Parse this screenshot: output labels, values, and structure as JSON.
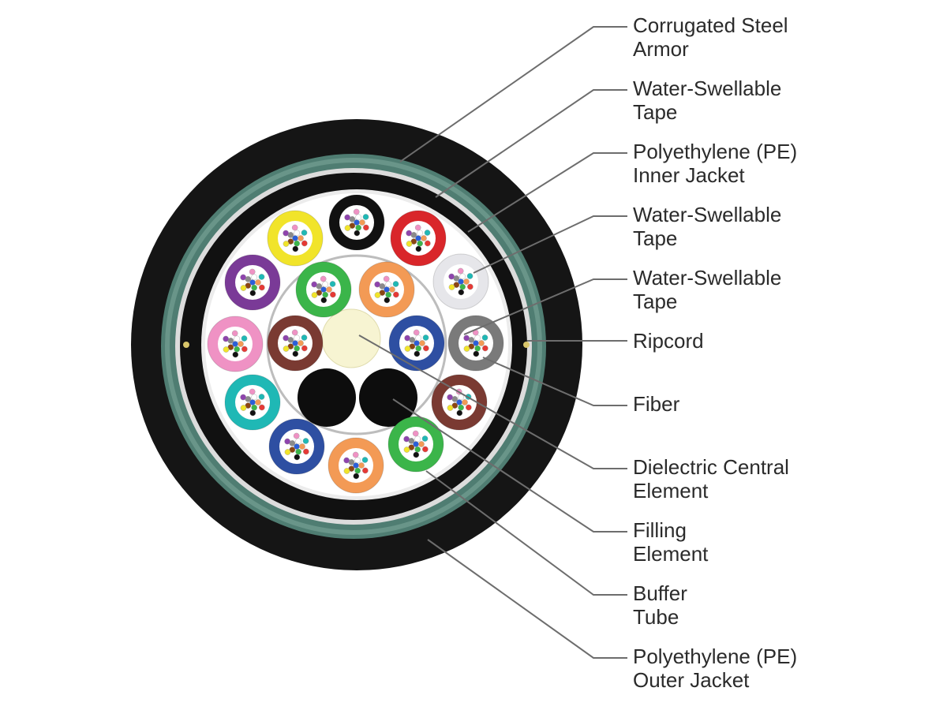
{
  "labels": [
    {
      "id": "corrugated-steel-armor",
      "lines": [
        "Corrugated Steel",
        "Armor"
      ]
    },
    {
      "id": "water-swellable-tape-outer",
      "lines": [
        "Water-Swellable",
        "Tape"
      ]
    },
    {
      "id": "pe-inner-jacket",
      "lines": [
        "Polyethylene (PE)",
        "Inner Jacket"
      ]
    },
    {
      "id": "water-swellable-tape-middle",
      "lines": [
        "Water-Swellable",
        "Tape"
      ]
    },
    {
      "id": "water-swellable-tape-inner",
      "lines": [
        "Water-Swellable",
        "Tape"
      ]
    },
    {
      "id": "ripcord",
      "lines": [
        "Ripcord"
      ]
    },
    {
      "id": "fiber",
      "lines": [
        "Fiber"
      ]
    },
    {
      "id": "dielectric-central-element",
      "lines": [
        "Dielectric Central",
        "Element"
      ]
    },
    {
      "id": "filling-element",
      "lines": [
        "Filling",
        "Element"
      ]
    },
    {
      "id": "buffer-tube",
      "lines": [
        "Buffer",
        "Tube"
      ]
    },
    {
      "id": "pe-outer-jacket",
      "lines": [
        "Polyethylene (PE)",
        "Outer Jacket"
      ]
    }
  ],
  "colors": {
    "outer_jacket": "#151515",
    "armor": "#4f7d72",
    "armor_light": "#7fa99c",
    "inner_jacket": "#111111",
    "tape": "#ececec",
    "core_background": "#ffffff",
    "central_element": "#f7f4d2",
    "filler": "#0d0d0d",
    "leader_line": "#6d6d6d",
    "label_text": "#2b2b2b"
  },
  "buffer_tube_colors": {
    "outer_ring": [
      "#111111",
      "#d9262a",
      "#e6e6ea",
      "#7a7a7a",
      "#7a3a32",
      "#3bb54a",
      "#f39a55",
      "#2e4fa2",
      "#1fb8b5",
      "#ef92c4",
      "#7a3a97",
      "#f1e42a"
    ],
    "inner_ring": [
      "#3bb54a",
      "#f39a55",
      "#2e4fa2",
      "#7a3a32"
    ]
  },
  "fiber_colors": [
    "#2b5fd9",
    "#f39a55",
    "#3bb54a",
    "#8b4513",
    "#8a8a8a",
    "#ffffff",
    "#e53935",
    "#111111",
    "#f1e42a",
    "#8e44ad",
    "#ef92c4",
    "#1fb8b5"
  ]
}
